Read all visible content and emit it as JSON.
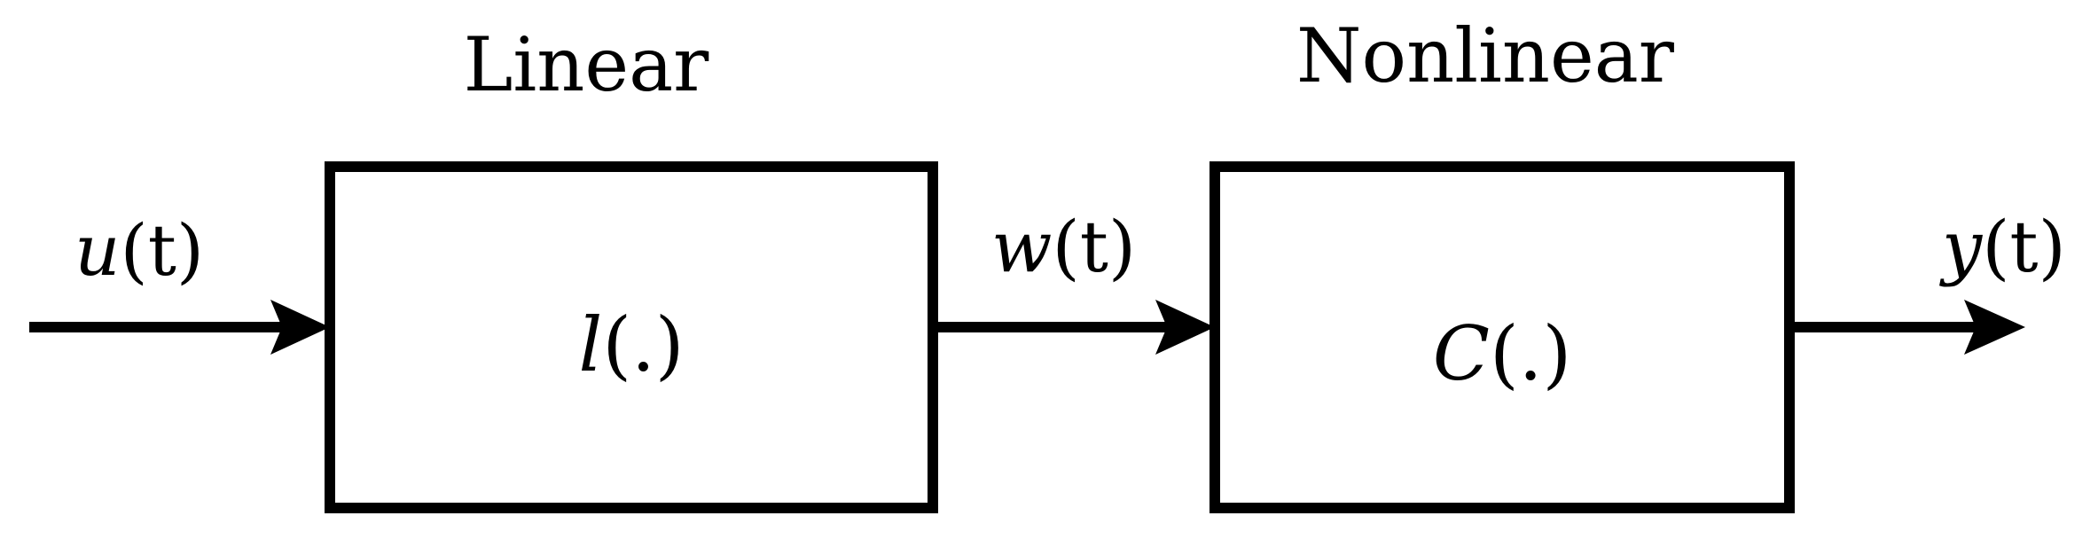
{
  "blocks": [
    {
      "id": "linear",
      "title": "Linear",
      "function_name": "l",
      "function_args": "(.)"
    },
    {
      "id": "nonlinear",
      "title": "Nonlinear",
      "function_name": "C",
      "function_args": "(.)"
    }
  ],
  "signals": {
    "input": {
      "name": "u",
      "args": "(t)"
    },
    "intermediate": {
      "name": "w",
      "args": "(t)"
    },
    "output": {
      "name": "y",
      "args": "(t)"
    }
  },
  "colors": {
    "stroke": "#000000",
    "background": "#ffffff"
  }
}
